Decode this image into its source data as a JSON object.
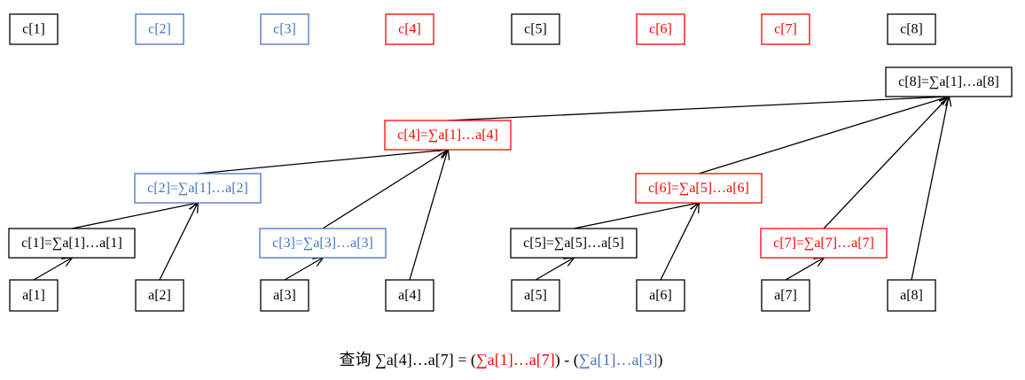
{
  "colors": {
    "black": "#000000",
    "blue": "#4472C4",
    "red": "#FF0000"
  },
  "top_row": [
    {
      "id": "c1",
      "label": "c[1]",
      "color": "black"
    },
    {
      "id": "c2",
      "label": "c[2]",
      "color": "blue"
    },
    {
      "id": "c3",
      "label": "c[3]",
      "color": "blue"
    },
    {
      "id": "c4",
      "label": "c[4]",
      "color": "red"
    },
    {
      "id": "c5",
      "label": "c[5]",
      "color": "black"
    },
    {
      "id": "c6",
      "label": "c[6]",
      "color": "red"
    },
    {
      "id": "c7",
      "label": "c[7]",
      "color": "red"
    },
    {
      "id": "c8",
      "label": "c[8]",
      "color": "black"
    }
  ],
  "tree_nodes": [
    {
      "id": "n1",
      "label": "c[1]=∑a[1]…a[1]",
      "color": "black"
    },
    {
      "id": "n2",
      "label": "c[2]=∑a[1]…a[2]",
      "color": "blue"
    },
    {
      "id": "n3",
      "label": "c[3]=∑a[3]…a[3]",
      "color": "blue"
    },
    {
      "id": "n4",
      "label": "c[4]=∑a[1]…a[4]",
      "color": "red"
    },
    {
      "id": "n5",
      "label": "c[5]=∑a[5]…a[5]",
      "color": "black"
    },
    {
      "id": "n6",
      "label": "c[6]=∑a[5]…a[6]",
      "color": "red"
    },
    {
      "id": "n7",
      "label": "c[7]=∑a[7]…a[7]",
      "color": "red"
    },
    {
      "id": "n8",
      "label": "c[8]=∑a[1]…a[8]",
      "color": "black"
    }
  ],
  "array_nodes": [
    {
      "id": "a1",
      "label": "a[1]"
    },
    {
      "id": "a2",
      "label": "a[2]"
    },
    {
      "id": "a3",
      "label": "a[3]"
    },
    {
      "id": "a4",
      "label": "a[4]"
    },
    {
      "id": "a5",
      "label": "a[5]"
    },
    {
      "id": "a6",
      "label": "a[6]"
    },
    {
      "id": "a7",
      "label": "a[7]"
    },
    {
      "id": "a8",
      "label": "a[8]"
    }
  ],
  "edges": [
    {
      "from": "a1",
      "to": "n1"
    },
    {
      "from": "a2",
      "to": "n2"
    },
    {
      "from": "n1",
      "to": "n2"
    },
    {
      "from": "a3",
      "to": "n3"
    },
    {
      "from": "n3",
      "to": "n4"
    },
    {
      "from": "n2",
      "to": "n4"
    },
    {
      "from": "a4",
      "to": "n4"
    },
    {
      "from": "a5",
      "to": "n5"
    },
    {
      "from": "n5",
      "to": "n6"
    },
    {
      "from": "a6",
      "to": "n6"
    },
    {
      "from": "a7",
      "to": "n7"
    },
    {
      "from": "n4",
      "to": "n8"
    },
    {
      "from": "n6",
      "to": "n8"
    },
    {
      "from": "n7",
      "to": "n8"
    },
    {
      "from": "a8",
      "to": "n8"
    }
  ],
  "query": {
    "prefix": "查询 ∑a[4]…a[7] = (",
    "part1": "∑a[1]…a[7]",
    "middle": ") - (",
    "part2": "∑a[1]…a[3]",
    "suffix": ")",
    "part1_color": "red",
    "part2_color": "blue"
  }
}
